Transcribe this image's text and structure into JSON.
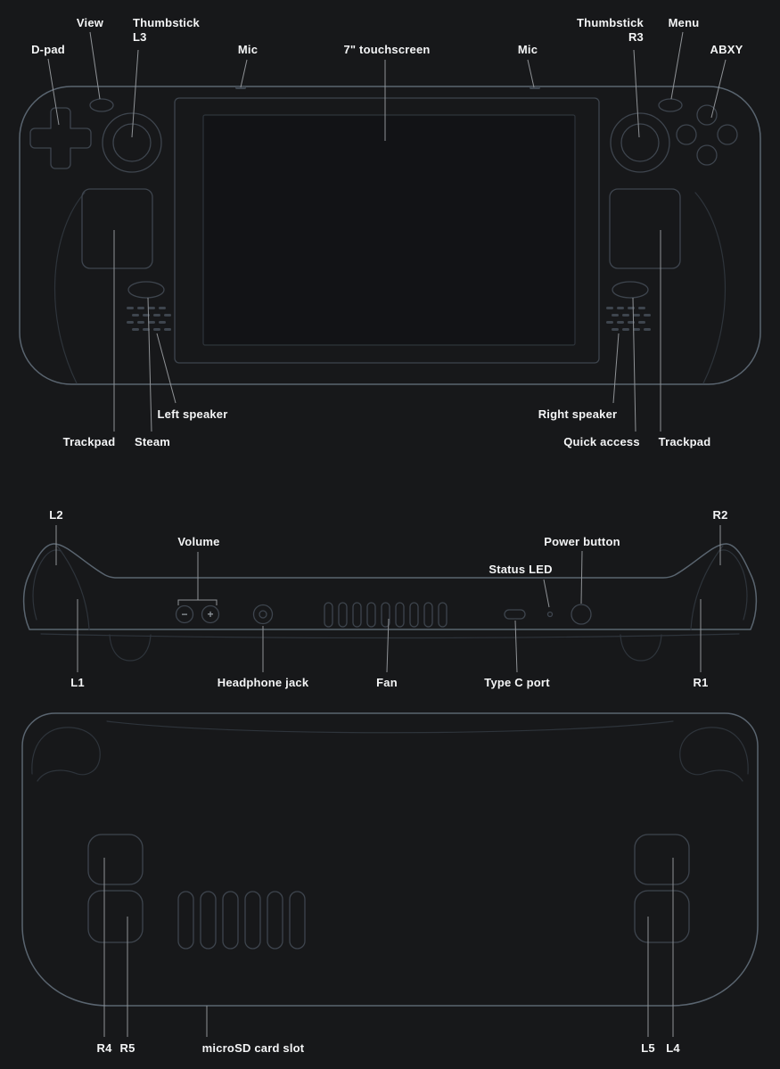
{
  "front": {
    "top_labels": {
      "dpad": "D-pad",
      "view": "View",
      "thumbstick_left": "Thumbstick\nL3",
      "mic_left": "Mic",
      "touchscreen": "7\" touchscreen",
      "mic_right": "Mic",
      "thumbstick_right": "Thumbstick\nR3",
      "menu": "Menu",
      "abxy": "ABXY"
    },
    "bottom_labels": {
      "left_speaker": "Left speaker",
      "trackpad_left": "Trackpad",
      "steam": "Steam",
      "right_speaker": "Right speaker",
      "quick_access": "Quick access",
      "trackpad_right": "Trackpad"
    }
  },
  "top_view": {
    "labels": {
      "l2": "L2",
      "volume": "Volume",
      "status_led": "Status LED",
      "power_button": "Power button",
      "r2": "R2",
      "l1": "L1",
      "headphone_jack": "Headphone jack",
      "fan": "Fan",
      "type_c": "Type C port",
      "r1": "R1"
    },
    "volume_minus_glyph": "−",
    "volume_plus_glyph": "+"
  },
  "back_view": {
    "labels": {
      "r4": "R4",
      "r5": "R5",
      "microsd": "microSD card slot",
      "l5": "L5",
      "l4": "L4"
    }
  },
  "colors": {
    "background": "#17181a",
    "body_outline": "#5a6570",
    "detail_outline": "#3e454e",
    "label_text": "#f4f5f6",
    "leader_line": "#8f9296"
  }
}
